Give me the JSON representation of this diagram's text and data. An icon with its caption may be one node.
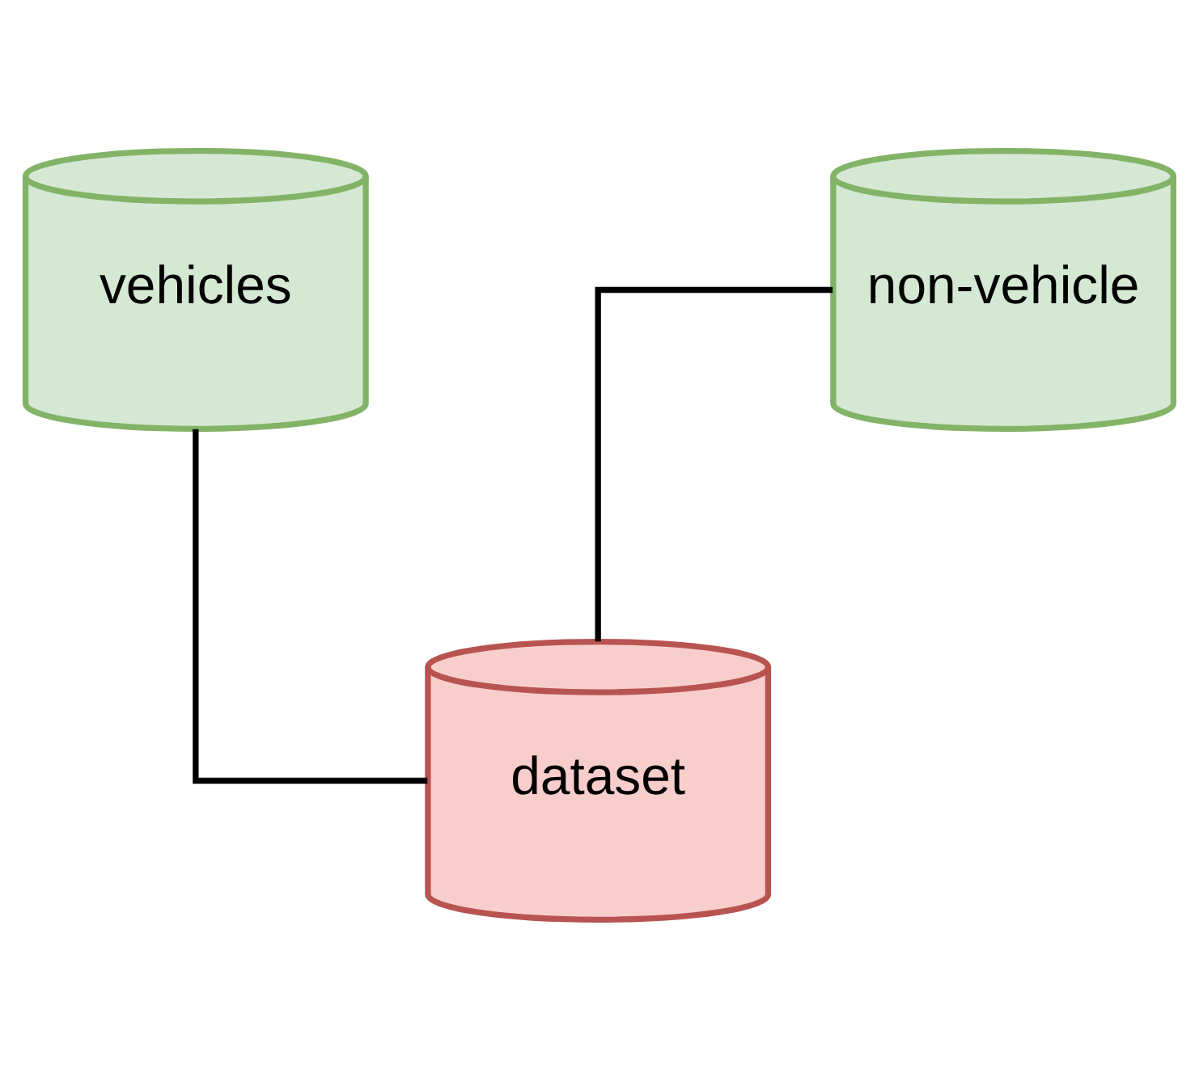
{
  "diagram": {
    "nodes": [
      {
        "text": [
          "vehicles"
        ]
      },
      {
        "text": [
          "non-vehicle"
        ]
      },
      {
        "text": [
          "dataset"
        ]
      }
    ],
    "edges": [
      {
        "from": 0,
        "to": 2,
        "arrow": "none"
      },
      {
        "from": 1,
        "to": 2,
        "arrow": "none"
      }
    ]
  }
}
